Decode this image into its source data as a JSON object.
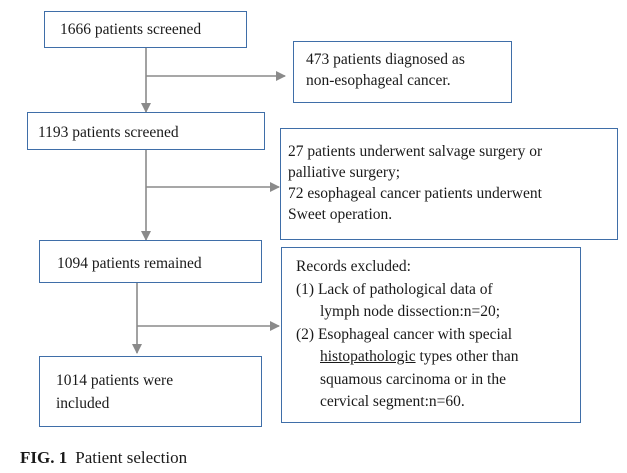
{
  "boxes": {
    "screened_initial": "1666 patients screened",
    "excluded_non_esophageal": [
      "473 patients diagnosed as",
      "non-esophageal cancer."
    ],
    "screened_second": "1193 patients screened",
    "excluded_surgery": [
      "27 patients underwent salvage surgery or",
      "palliative surgery;",
      "72 esophageal cancer patients underwent",
      "Sweet operation."
    ],
    "remained": "1094 patients remained",
    "records_excluded": {
      "heading": "Records excluded:",
      "item1": [
        "(1) Lack of pathological data of",
        "lymph node dissection:n=20;"
      ],
      "item2_pre": "(2) Esophageal cancer with special",
      "item2_underlined": "histopathologic",
      "item2_post": " types other than",
      "item2_rest": [
        "squamous carcinoma or in the",
        "cervical segment:n=60."
      ]
    },
    "included": [
      "1014 patients were",
      "included"
    ]
  },
  "caption": {
    "label": "FIG. 1",
    "text": "Patient selection"
  },
  "colors": {
    "box_border": "#3f6ea8",
    "arrow": "#8a8a8a"
  }
}
